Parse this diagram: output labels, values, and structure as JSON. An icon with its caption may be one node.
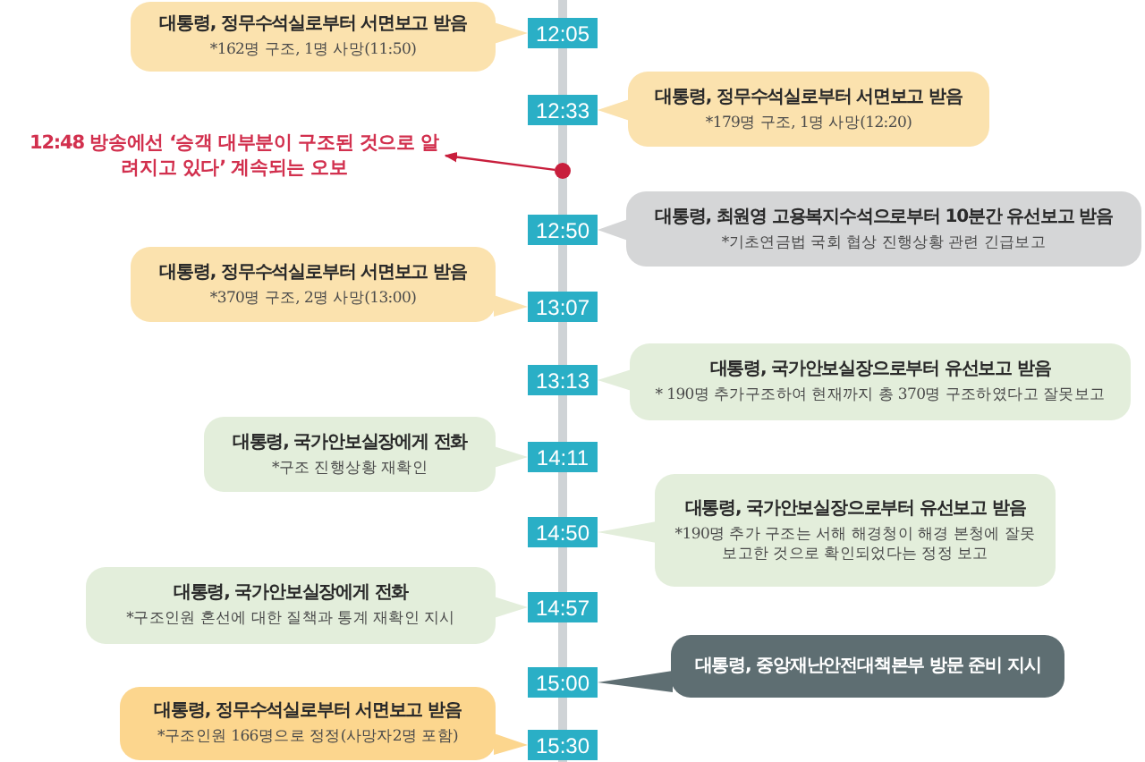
{
  "diagram": {
    "nodes": [
      {
        "text": [
          "대통령, 정무수석실로부터 서면보고 받음",
          "*162명 구조, 1명 사망(11:50)"
        ]
      },
      {
        "text": [
          "12:05"
        ]
      },
      {
        "text": [
          "12:33"
        ]
      },
      {
        "text": [
          "대통령, 정무수석실로부터 서면보고 받음",
          "*179명 구조, 1명 사망(12:20)"
        ]
      },
      {
        "text": [
          "12:48 방송에선 ‘승객 대부분이 구조된 것으로 알려지고 있다’ 계속되는 오보"
        ]
      },
      {
        "text": [],
        "shape": "circle"
      },
      {
        "text": [
          "12:50"
        ]
      },
      {
        "text": [
          "대통령, 최원영 고용복지수석으로부터 10분간 유선보고 받음",
          "*기초연금법 국회 협상 진행상황 관련 긴급보고"
        ]
      },
      {
        "text": [
          "대통령, 정무수석실로부터 서면보고 받음",
          "*370명 구조, 2명 사망(13:00)"
        ]
      },
      {
        "text": [
          "13:07"
        ]
      },
      {
        "text": [
          "13:13"
        ]
      },
      {
        "text": [
          "대통령, 국가안보실장으로부터 유선보고 받음",
          "* 190명 추가구조하여 현재까지 총 370명 구조하였다고 잘못보고"
        ]
      },
      {
        "text": [
          "대통령, 국가안보실장에게 전화",
          "*구조 진행상황 재확인"
        ]
      },
      {
        "text": [
          "14:11"
        ]
      },
      {
        "text": [
          "14:50"
        ]
      },
      {
        "text": [
          "대통령, 국가안보실장으로부터 유선보고 받음",
          "*190명 추가 구조는 서해 해경청이 해경 본청에 잘못 보고한 것으로 확인되었다는 정정 보고"
        ]
      },
      {
        "text": [
          "대통령, 국가안보실장에게 전화",
          "*구조인원 혼선에 대한 질책과 통계 재확인 지시"
        ]
      },
      {
        "text": [
          "14:57"
        ]
      },
      {
        "text": [
          "15:00"
        ]
      },
      {
        "text": [
          "대통령, 중앙재난안전대책본부 방문 준비 지시"
        ]
      },
      {
        "text": [
          "대통령, 정무수석실로부터 서면보고 받음",
          "*구조인원 166명으로 정정(사망자2명 포함)"
        ]
      },
      {
        "text": [
          "15:30"
        ]
      }
    ],
    "edges": [
      {
        "from": 0,
        "to": 1,
        "arrow": "to"
      },
      {
        "from": 3,
        "to": 2,
        "arrow": "to"
      },
      {
        "from": 5,
        "to": 4,
        "arrow": "to",
        "color": "#c81e3c"
      },
      {
        "from": 7,
        "to": 6,
        "arrow": "to"
      },
      {
        "from": 8,
        "to": 9,
        "arrow": "to"
      },
      {
        "from": 11,
        "to": 10,
        "arrow": "to"
      },
      {
        "from": 12,
        "to": 13,
        "arrow": "to"
      },
      {
        "from": 15,
        "to": 14,
        "arrow": "to"
      },
      {
        "from": 16,
        "to": 17,
        "arrow": "to"
      },
      {
        "from": 19,
        "to": 18,
        "arrow": "to"
      },
      {
        "from": 20,
        "to": 21,
        "arrow": "to"
      }
    ]
  }
}
